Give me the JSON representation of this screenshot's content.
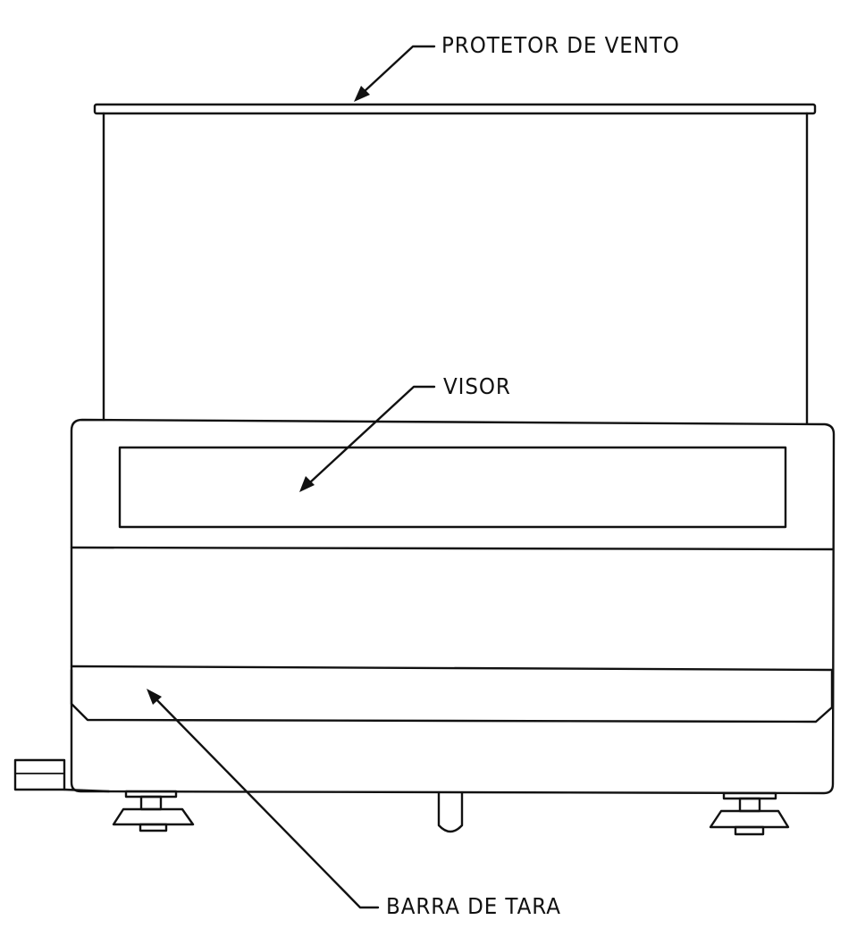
{
  "labels": {
    "wind_shield": "PROTETOR DE VENTO",
    "display": "VISOR",
    "tare_bar": "BARRA DE TARA"
  },
  "colors": {
    "line": "#111111",
    "background": "#ffffff"
  }
}
